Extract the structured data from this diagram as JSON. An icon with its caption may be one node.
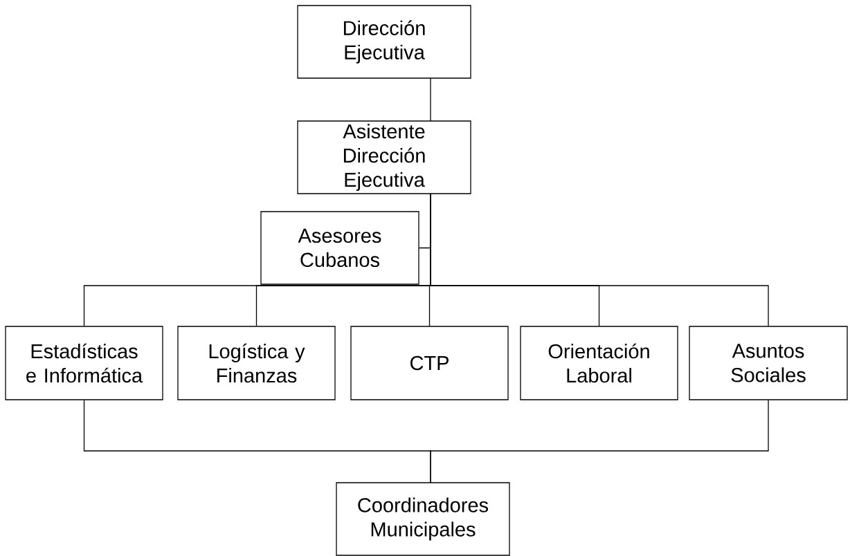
{
  "diagram": {
    "nodes": [
      {
        "text": [
          "Dirección Ejecutiva"
        ]
      },
      {
        "text": [
          "Asistente Dirección Ejecutiva"
        ]
      },
      {
        "text": [
          "Asesores Cubanos"
        ]
      },
      {
        "text": [
          "Estadísticas e Informática"
        ]
      },
      {
        "text": [
          "Logística y Finanzas"
        ]
      },
      {
        "text": [
          "CTP"
        ]
      },
      {
        "text": [
          "Orientación Laboral"
        ]
      },
      {
        "text": [
          "Asuntos Sociales"
        ]
      },
      {
        "text": [
          "Coordinadores Municipales"
        ]
      }
    ],
    "edges": [
      {
        "from": 0,
        "to": 1,
        "arrow": "none"
      },
      {
        "from": 1,
        "to": 2,
        "arrow": "none"
      },
      {
        "from": 1,
        "to": 3,
        "arrow": "none"
      },
      {
        "from": 1,
        "to": 4,
        "arrow": "none"
      },
      {
        "from": 1,
        "to": 5,
        "arrow": "none"
      },
      {
        "from": 1,
        "to": 6,
        "arrow": "none"
      },
      {
        "from": 1,
        "to": 7,
        "arrow": "none"
      },
      {
        "from": 3,
        "to": 8,
        "arrow": "none"
      },
      {
        "from": 7,
        "to": 8,
        "arrow": "none"
      }
    ]
  }
}
